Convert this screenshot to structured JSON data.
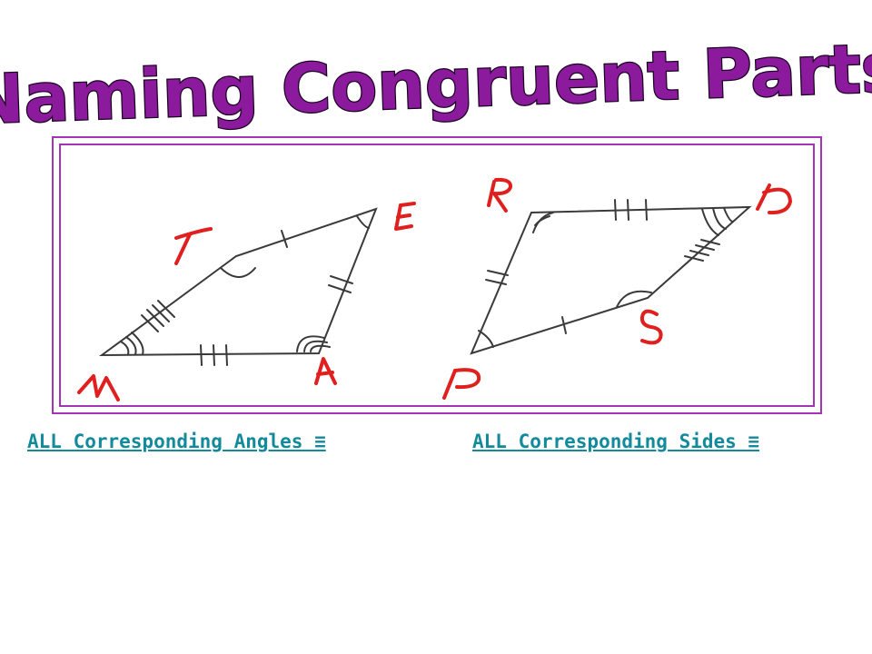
{
  "slide": {
    "title": "Naming Congruent Parts"
  },
  "figure": {
    "quad_left": {
      "vertices": [
        "T",
        "E",
        "A",
        "M"
      ],
      "ink_labels": {
        "T": "T",
        "E": "E",
        "A": "A",
        "M": "M"
      }
    },
    "quad_right": {
      "vertices": [
        "R",
        "D",
        "S",
        "P"
      ],
      "ink_labels": {
        "R": "R",
        "D": "D",
        "S": "S",
        "P": "P"
      }
    },
    "ink_color": "#e0201e",
    "line_color": "#3a3a3a",
    "frame_color": "#a533b5"
  },
  "links": {
    "angles": "ALL Corresponding Angles ≡",
    "sides": "ALL Corresponding Sides ≡"
  },
  "colors": {
    "title_fill": "#8b1a9c",
    "link_color": "#138a9c"
  }
}
